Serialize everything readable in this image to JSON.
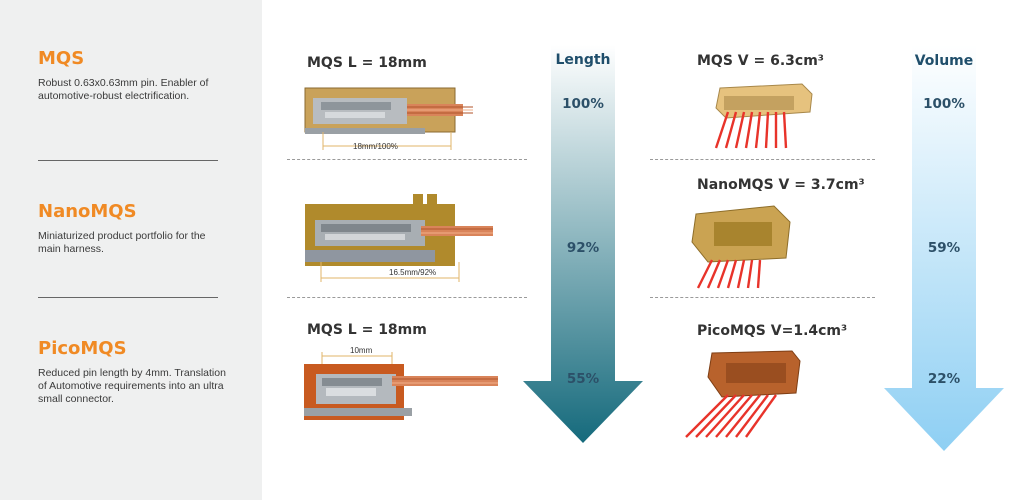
{
  "products": [
    {
      "name": "MQS",
      "description": "Robust 0.63x0.63mm pin. Enabler of automotive-robust electrification."
    },
    {
      "name": "NanoMQS",
      "description": "Miniaturized product portfolio for the main harness."
    },
    {
      "name": "PicoMQS",
      "description": "Reduced pin length by 4mm. Translation of Automotive requirements into an ultra small connector."
    }
  ],
  "length_column": {
    "rows": [
      {
        "title": "MQS L = 18mm",
        "dimension": "18mm/100%"
      },
      {
        "title": "",
        "dimension": "16.5mm/92%"
      },
      {
        "title": "MQS L = 18mm",
        "dimension": "10mm"
      }
    ],
    "arrow_label": "Length",
    "percentages": [
      "100%",
      "92%",
      "55%"
    ]
  },
  "volume_column": {
    "rows": [
      {
        "title": "MQS V = 6.3cm³"
      },
      {
        "title": "NanoMQS V = 3.7cm³"
      },
      {
        "title": "PicoMQS V=1.4cm³"
      }
    ],
    "arrow_label": "Volume",
    "percentages": [
      "100%",
      "59%",
      "22%"
    ]
  },
  "colors": {
    "accent_orange": "#f08a24",
    "length_arrow_top": "#ffffff",
    "length_arrow_bottom": "#156a7c",
    "volume_arrow_top": "#ffffff",
    "volume_arrow_bottom": "#8ecff3"
  }
}
